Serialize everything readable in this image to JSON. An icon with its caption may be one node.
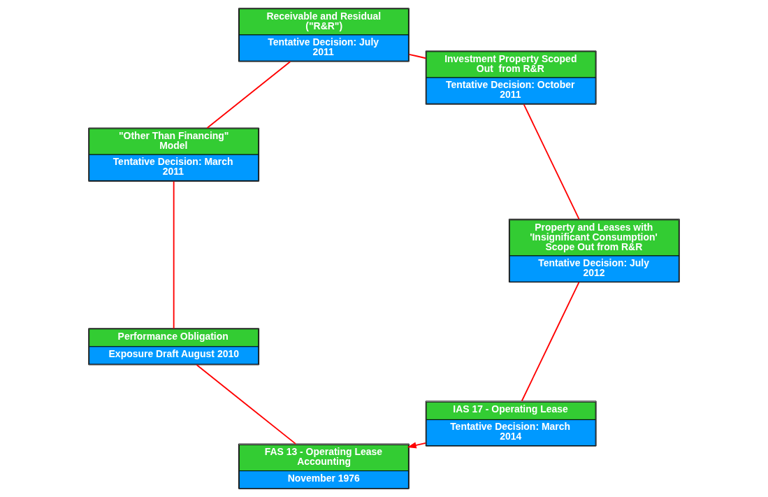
{
  "diagram": {
    "nodes": [
      {
        "text": [
          "IAS 17 - Operating Lease",
          "Tentative Decision: March 2014"
        ]
      },
      {
        "text": [
          "FAS 13 - Operating Lease Accounting",
          "November 1976"
        ]
      },
      {
        "text": [
          "Performance Obligation",
          "Exposure Draft August 2010"
        ]
      },
      {
        "text": [
          "Property and Leases with 'Insignificant Consumption' Scope Out from R&R",
          "Tentative Decision: July 2012"
        ]
      },
      {
        "text": [
          "\"Other Than Financing\" Model",
          "Tentative Decision: March 2011"
        ]
      },
      {
        "text": [
          "Investment Property Scoped Out  from R&R",
          "Tentative Decision: October 2011"
        ]
      },
      {
        "text": [
          "Receivable and Residual (\"R&R\")",
          "Tentative Decision: July 2011"
        ]
      }
    ],
    "edges": [
      {
        "from": 1,
        "to": 2,
        "arrow": "none",
        "color": "#ff0000"
      },
      {
        "from": 2,
        "to": 4,
        "arrow": "none",
        "color": "#ff0000"
      },
      {
        "from": 4,
        "to": 6,
        "arrow": "none",
        "color": "#ff0000"
      },
      {
        "from": 6,
        "to": 5,
        "arrow": "none",
        "color": "#ff0000"
      },
      {
        "from": 5,
        "to": 3,
        "arrow": "none",
        "color": "#ff0000"
      },
      {
        "from": 3,
        "to": 0,
        "arrow": "none",
        "color": "#ff0000"
      },
      {
        "from": 0,
        "to": 1,
        "arrow": "to",
        "color": "#ff0000"
      }
    ]
  }
}
